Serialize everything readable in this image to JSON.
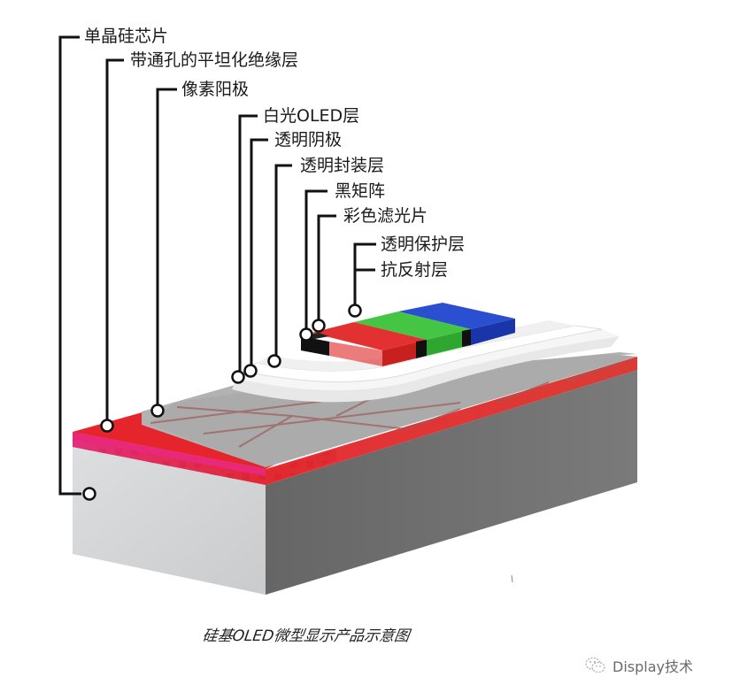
{
  "diagram": {
    "title": "硅基OLED微型显示产品示意图",
    "labels": [
      {
        "id": "silicon-chip",
        "text": "单晶硅芯片"
      },
      {
        "id": "planarization-layer",
        "text": "带通孔的平坦化绝缘层"
      },
      {
        "id": "pixel-anode",
        "text": "像素阳极"
      },
      {
        "id": "white-oled-layer",
        "text": "白光OLED层"
      },
      {
        "id": "transparent-cathode",
        "text": "透明阴极"
      },
      {
        "id": "transparent-encapsulation",
        "text": "透明封装层"
      },
      {
        "id": "black-matrix",
        "text": "黑矩阵"
      },
      {
        "id": "color-filter",
        "text": "彩色滤光片"
      },
      {
        "id": "transparent-protective-layer",
        "text": "透明保护层"
      },
      {
        "id": "anti-reflection-layer",
        "text": "抗反射层"
      }
    ],
    "colors": {
      "substrate_front": "#d4d6d8",
      "substrate_side": "#6f6f6f",
      "insulation_red": "#e5242b",
      "insulation_magenta": "#e8287a",
      "anode_gray": "#a8a8a8",
      "oled_white": "#f4f4f4",
      "filter_red": "#e02424",
      "filter_green": "#3fbf3a",
      "filter_blue": "#1f3fbf",
      "black_matrix": "#111111"
    }
  },
  "watermark": {
    "icon": "wechat-icon",
    "text": "Display技术"
  }
}
